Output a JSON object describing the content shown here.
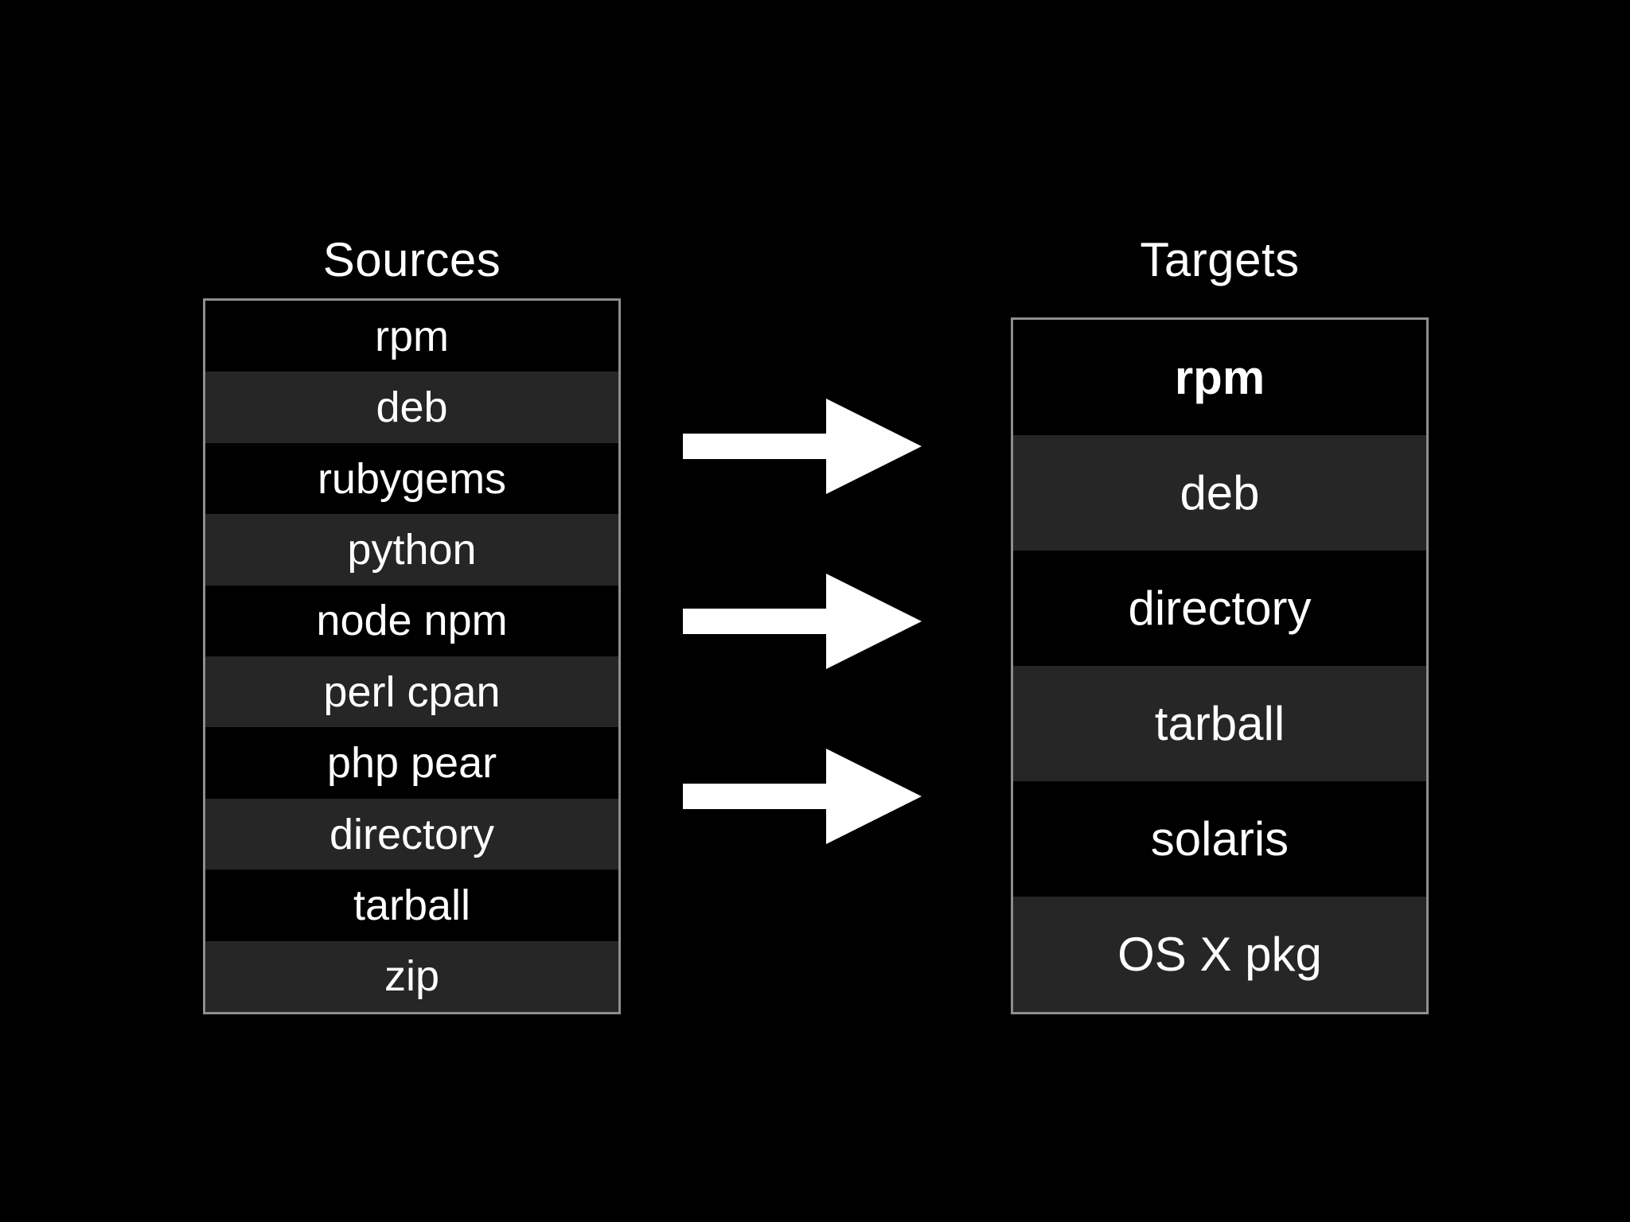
{
  "sources": {
    "title": "Sources",
    "items": [
      "rpm",
      "deb",
      "rubygems",
      "python",
      "node npm",
      "perl cpan",
      "php pear",
      "directory",
      "tarball",
      "zip"
    ]
  },
  "targets": {
    "title": "Targets",
    "items": [
      {
        "label": "rpm",
        "emphasis": true
      },
      {
        "label": "deb",
        "emphasis": false
      },
      {
        "label": "directory",
        "emphasis": false
      },
      {
        "label": "tarball",
        "emphasis": false
      },
      {
        "label": "solaris",
        "emphasis": false
      },
      {
        "label": "OS X pkg",
        "emphasis": false
      }
    ]
  },
  "arrows": {
    "count": 3,
    "direction": "right"
  },
  "colors": {
    "background": "#000000",
    "row_stripe": "#262626",
    "row_base": "#000000",
    "box_border": "#8e8e8e",
    "text": "#ffffff",
    "arrow": "#ffffff"
  }
}
